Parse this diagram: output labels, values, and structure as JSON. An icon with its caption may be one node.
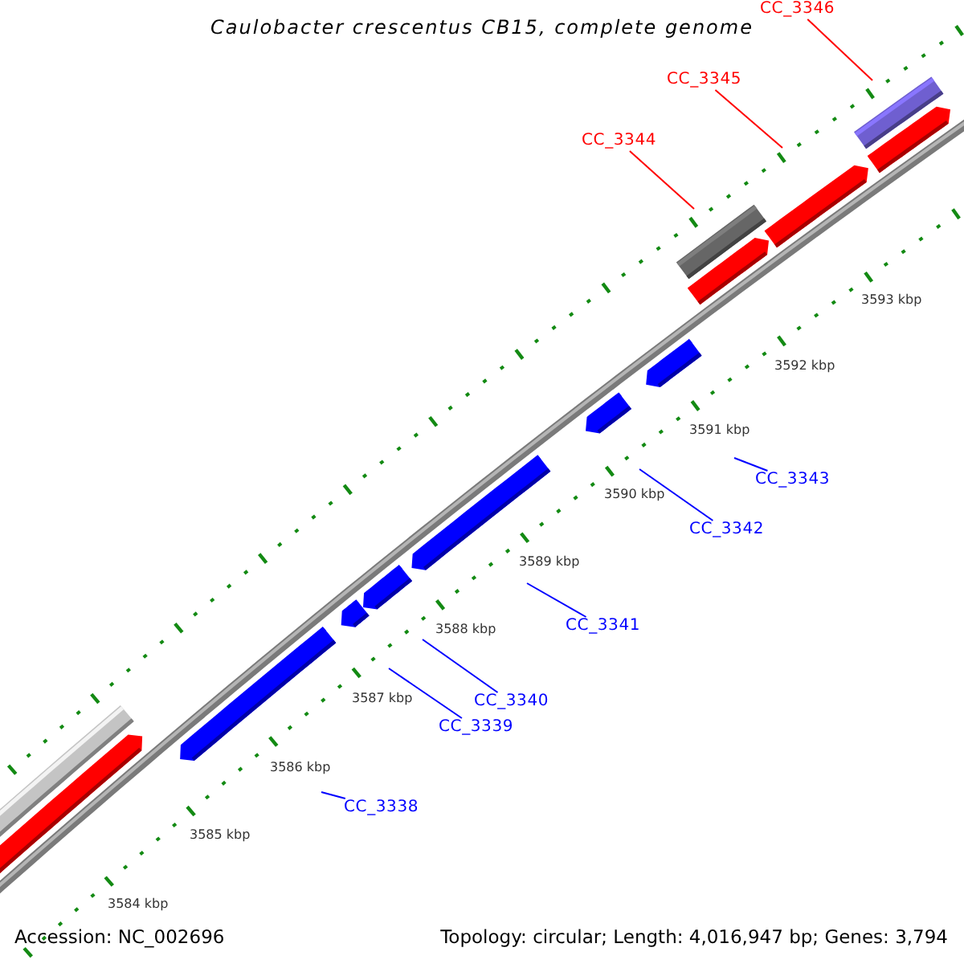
{
  "diagram": {
    "title": "Caulobacter crescentus CB15, complete genome",
    "nodes": [
      {
        "text": [
          "CC_3346"
        ]
      },
      {
        "text": [
          "CC_3345"
        ]
      },
      {
        "text": [
          "CC_3344"
        ]
      },
      {
        "text": [
          "CC_3343"
        ]
      },
      {
        "text": [
          "CC_3342"
        ]
      },
      {
        "text": [
          "CC_3341"
        ]
      },
      {
        "text": [
          "CC_3340"
        ]
      },
      {
        "text": [
          "CC_3339"
        ]
      },
      {
        "text": [
          "CC_3338"
        ]
      }
    ],
    "edges": [
      {
        "from": 0,
        "to": null,
        "arrow": "none",
        "color": "#ff0000"
      },
      {
        "from": 1,
        "to": null,
        "arrow": "none",
        "color": "#ff0000"
      },
      {
        "from": 2,
        "to": null,
        "arrow": "none",
        "color": "#ff0000"
      },
      {
        "from": 3,
        "to": null,
        "arrow": "none"
      },
      {
        "from": 4,
        "to": null,
        "arrow": "none"
      },
      {
        "from": 5,
        "to": null,
        "arrow": "none"
      },
      {
        "from": 6,
        "to": null,
        "arrow": "none"
      },
      {
        "from": 7,
        "to": null,
        "arrow": "none"
      },
      {
        "from": 8,
        "to": null,
        "arrow": "none"
      }
    ],
    "labels": [
      "3593 kbp",
      "3592 kbp",
      "3591 kbp",
      "3590 kbp",
      "3589 kbp",
      "3588 kbp",
      "3587 kbp",
      "3586 kbp",
      "3585 kbp",
      "3584 kbp",
      "Accession: NC_002696",
      "Topology: circular; Length: 4,016,947 bp; Genes: 3,794"
    ]
  }
}
